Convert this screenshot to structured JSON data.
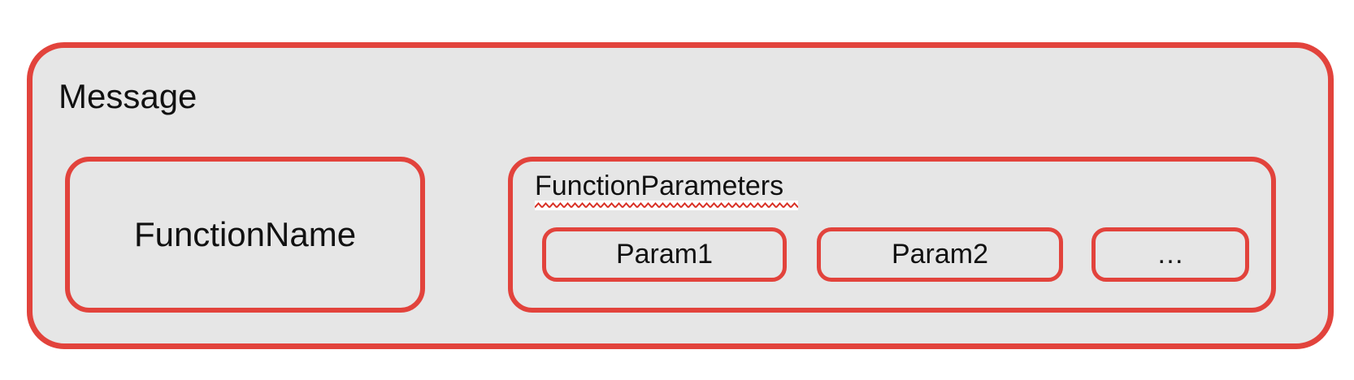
{
  "diagram": {
    "message": {
      "label": "Message"
    },
    "function_name": {
      "label": "FunctionName"
    },
    "function_parameters": {
      "label": "FunctionParameters",
      "spellcheck_underline": true,
      "params": [
        {
          "label": "Param1"
        },
        {
          "label": "Param2"
        },
        {
          "label": "…"
        }
      ]
    }
  },
  "colors": {
    "box_border": "#e2433c",
    "box_fill": "#e6e6e6",
    "text": "#111111",
    "squiggle": "#d93025",
    "squiggle_bg": "#ffffff",
    "page_bg": "#ffffff"
  }
}
